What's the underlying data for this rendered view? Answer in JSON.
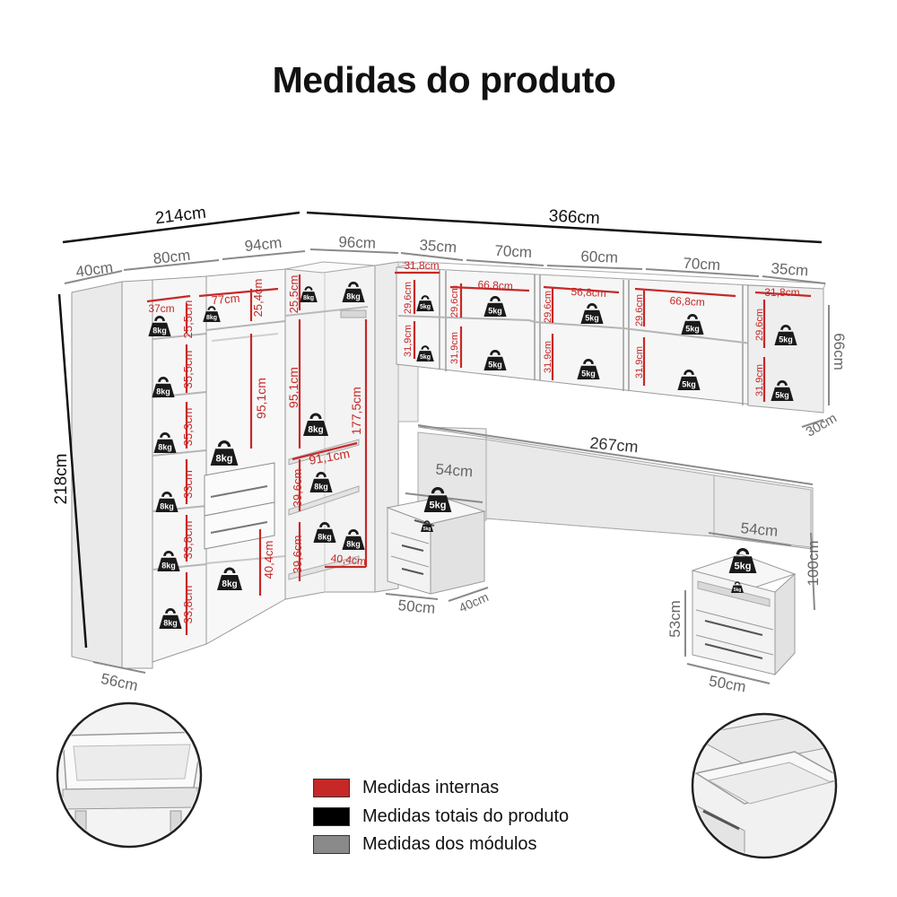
{
  "title": "Medidas do produto",
  "colors": {
    "internal": "#c62828",
    "total": "#111111",
    "module": "#888888"
  },
  "legend": [
    {
      "label": "Medidas internas",
      "color": "#c62828"
    },
    {
      "label": "Medidas totais do produto",
      "color": "#000000"
    },
    {
      "label": "Medidas dos módulos",
      "color": "#8a8a8a"
    }
  ],
  "totals": {
    "width_left": "214cm",
    "width_right": "366cm",
    "height": "218cm",
    "headboard": "267cm"
  },
  "modules": {
    "top": [
      "40cm",
      "80cm",
      "94cm",
      "96cm",
      "35cm",
      "70cm",
      "60cm",
      "70cm",
      "35cm"
    ],
    "depth_left": "56cm",
    "overhead_height": "66cm",
    "overhead_depth": "30cm",
    "nightstand_left": {
      "top": "54cm",
      "width": "50cm",
      "depth": "40cm"
    },
    "nightstand_right": {
      "top": "54cm",
      "width": "50cm",
      "height": "53cm"
    },
    "headboard_height": "100cm"
  },
  "internal": {
    "shelf_widths": [
      "37cm",
      "77cm",
      "31,8cm",
      "66,8cm",
      "56,8cm",
      "66,8cm",
      "31,8cm",
      "91,1cm",
      "40,4cm"
    ],
    "left_column": [
      "25,5cm",
      "35,5cm",
      "35,3cm",
      "33cm",
      "33,8cm",
      "33,8cm"
    ],
    "middle_column": [
      "25,4cm",
      "95,1cm",
      "40,4cm"
    ],
    "corner_column": [
      "25,5cm",
      "95,1cm",
      "177,5cm",
      "39,6cm",
      "39,6cm"
    ],
    "overhead": [
      "29,6cm",
      "31,9cm",
      "29,6cm",
      "31,9cm",
      "29,6cm",
      "31,9cm",
      "29,6cm",
      "31,9cm",
      "29,6cm",
      "31,9cm"
    ]
  },
  "weights": {
    "heavy": "8kg",
    "light": "5kg"
  }
}
